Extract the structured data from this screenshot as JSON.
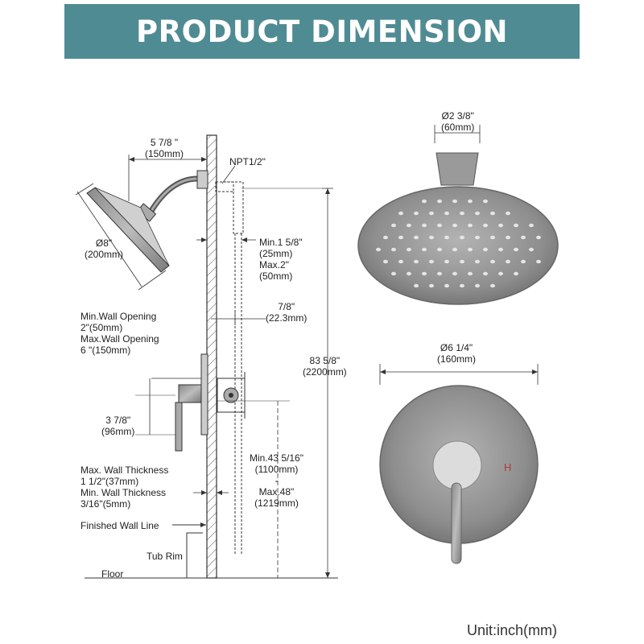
{
  "banner": {
    "title": "PRODUCT DIMENSION"
  },
  "labels": {
    "arm_reach": [
      "5 7/8 \"",
      "(150mm)"
    ],
    "npt": "NPT1/2\"",
    "head_diameter": [
      "Ø8\"",
      "(200mm)"
    ],
    "inlet_depth": [
      "Min.1 5/8\"",
      "(25mm)",
      "Max.2\"",
      "(50mm)"
    ],
    "valve_depth": [
      "7/8\"",
      "(22.3mm)"
    ],
    "wall_opening": [
      "Min.Wall Opening",
      "2\"(50mm)",
      "Max.Wall Opening",
      "6 \"(150mm)"
    ],
    "total_height": [
      "83 5/8\"",
      "(2200mm)"
    ],
    "handle_offset": [
      "3 7/8\"",
      "(96mm)"
    ],
    "valve_height": [
      "Min.43 5/16\"",
      "(1100mm)",
      "-",
      "Max.48\"",
      "(1219mm)"
    ],
    "wall_thickness": [
      "Max. Wall Thickness",
      "1 1/2\"(37mm)",
      "Min. Wall Thickness",
      "3/16\"(5mm)"
    ],
    "finished_wall": "Finished Wall Line",
    "tub_rim": "Tub Rim",
    "floor": "Floor",
    "flange_diameter": [
      "Ø2 3/8\"",
      "(60mm)"
    ],
    "trim_diameter": [
      "Ø6 1/4\"",
      "(160mm)"
    ],
    "hot_mark": "H"
  },
  "unit": "Unit:inch(mm)"
}
